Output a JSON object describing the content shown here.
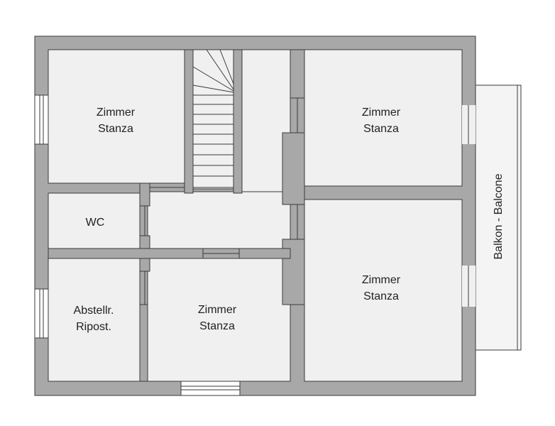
{
  "colors": {
    "wall": "#a8a8a8",
    "wall_stroke": "#3a3a3a",
    "floor": "#f0f0f0",
    "balcony": "#f4f4f4",
    "text": "#222222"
  },
  "rooms": {
    "room_top_left": {
      "line1": "Zimmer",
      "line2": "Stanza"
    },
    "wc": {
      "label": "WC"
    },
    "storage": {
      "line1": "Abstellr.",
      "line2": "Ripost."
    },
    "room_bottom_middle": {
      "line1": "Zimmer",
      "line2": "Stanza"
    },
    "room_top_right": {
      "line1": "Zimmer",
      "line2": "Stanza"
    },
    "room_bottom_right": {
      "line1": "Zimmer",
      "line2": "Stanza"
    }
  },
  "balcony": {
    "label": "Balkon - Balcone"
  }
}
